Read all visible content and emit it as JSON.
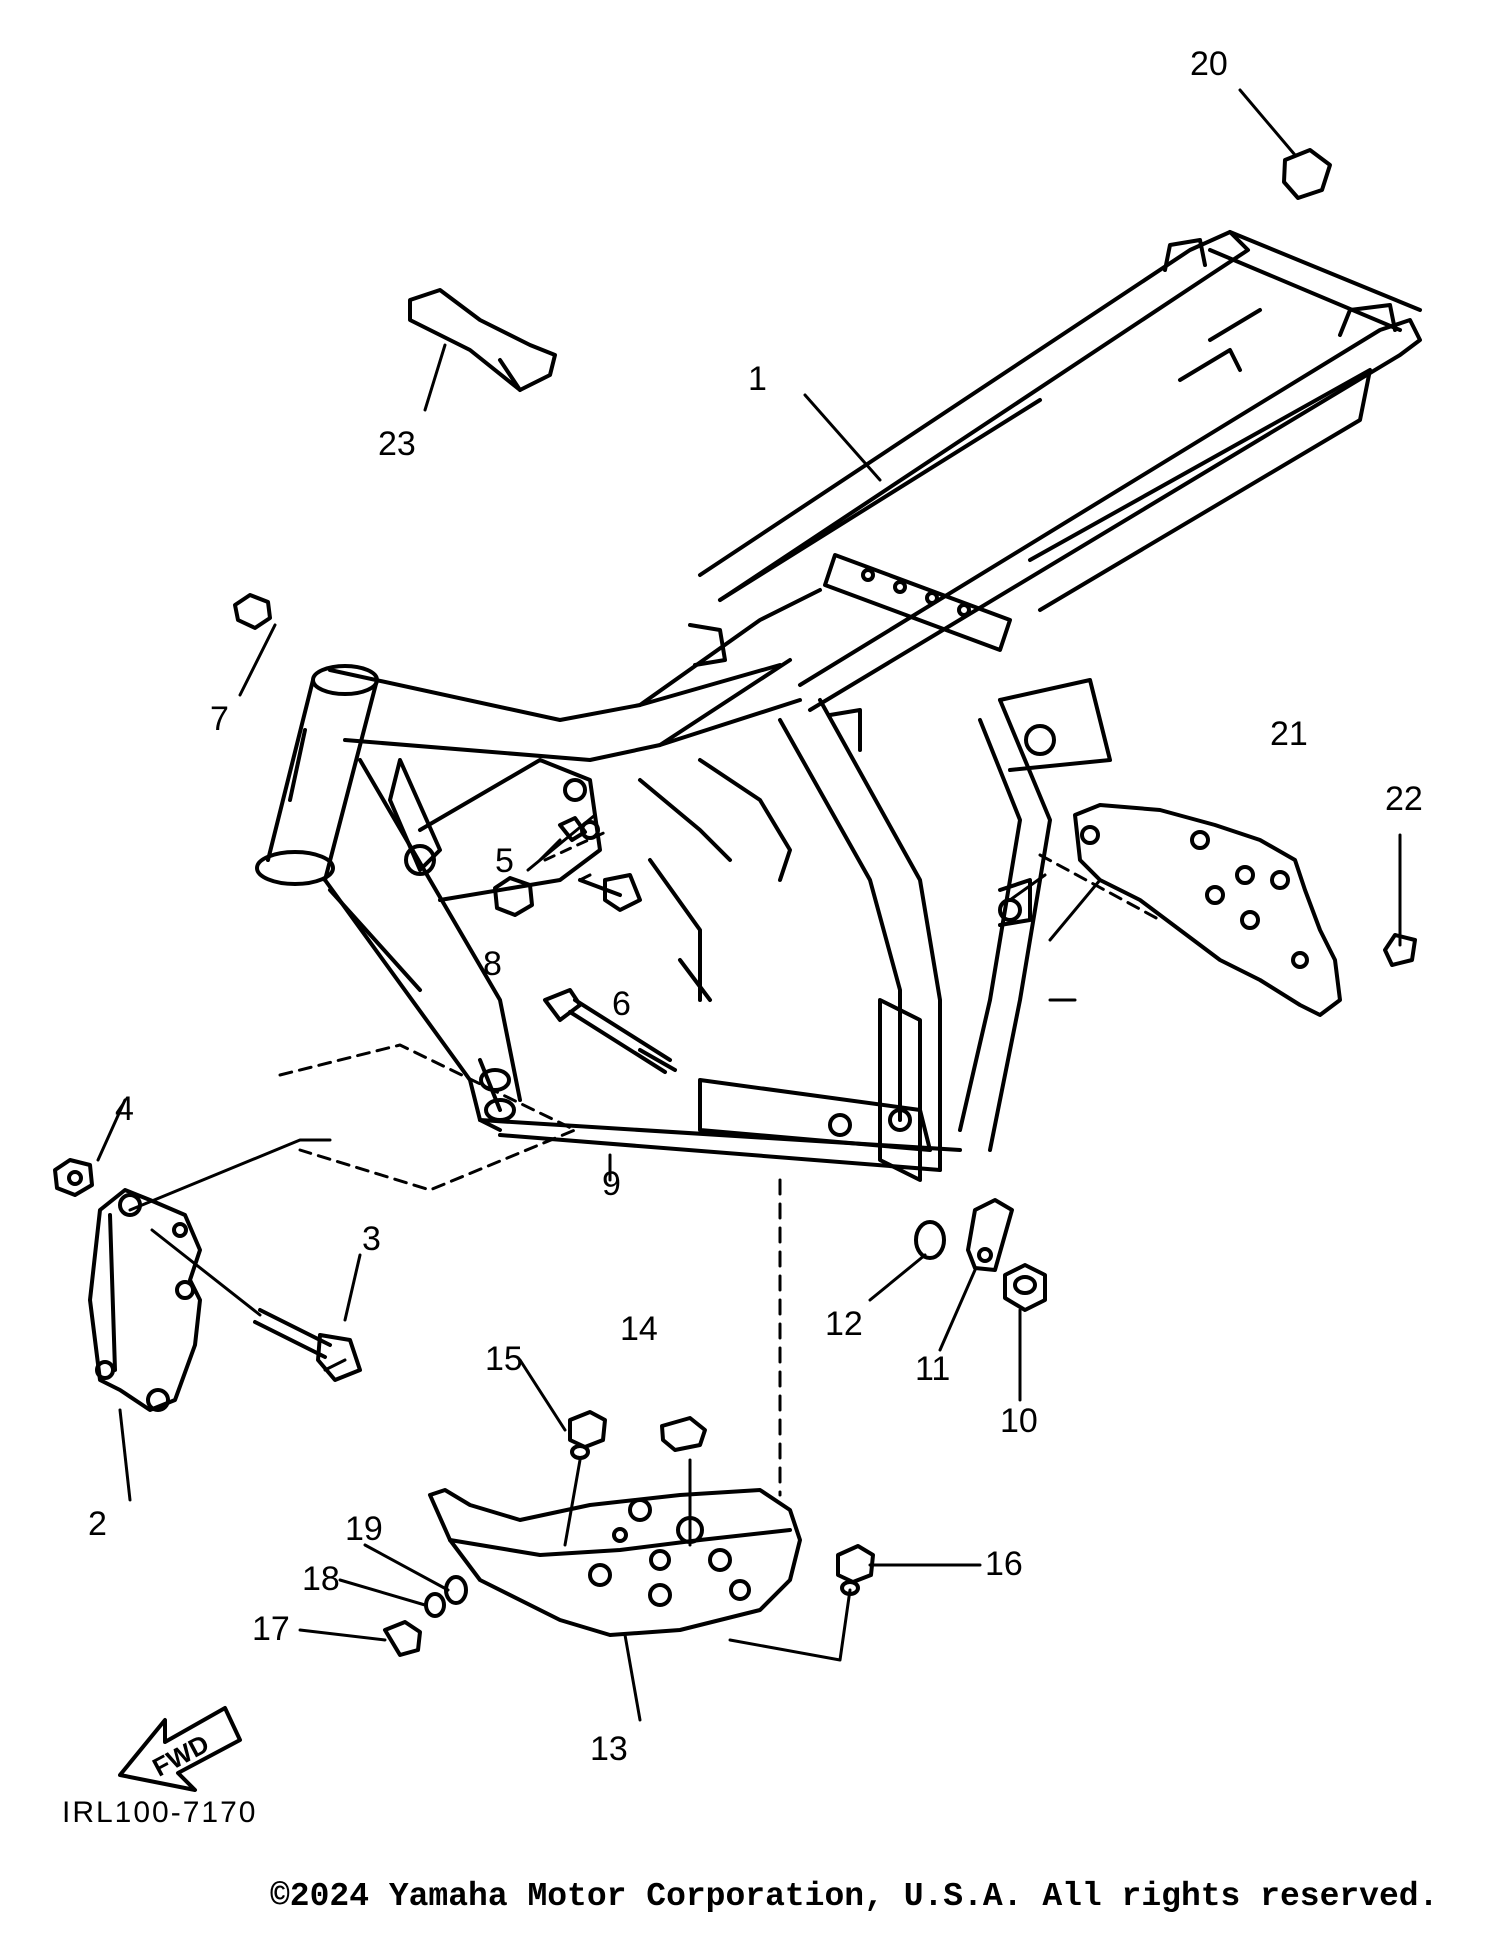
{
  "diagram": {
    "reference_code": "IRL100-7170",
    "copyright": "©2024 Yamaha Motor Corporation, U.S.A. All rights reserved.",
    "direction_indicator": "FWD",
    "callouts": [
      "1",
      "2",
      "3",
      "4",
      "5",
      "6",
      "7",
      "8",
      "9",
      "10",
      "11",
      "12",
      "13",
      "14",
      "15",
      "16",
      "17",
      "18",
      "19",
      "20",
      "21",
      "22",
      "23"
    ]
  }
}
